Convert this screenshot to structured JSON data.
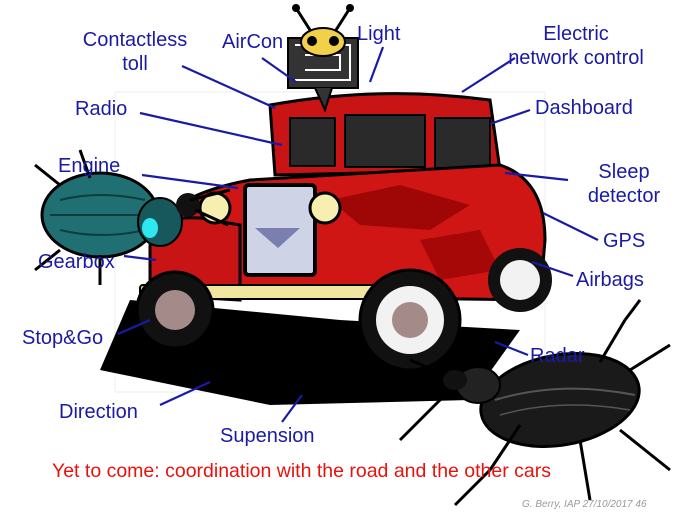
{
  "labels": {
    "contactless_toll": "Contactless\ntoll",
    "aircon": "AirCon",
    "light": "Light",
    "electric_network": "Electric\nnetwork control",
    "radio": "Radio",
    "dashboard": "Dashboard",
    "engine": "Engine",
    "sleep_detector": "Sleep\ndetector",
    "gearbox": "Gearbox",
    "gps": "GPS",
    "airbags": "Airbags",
    "stop_go": "Stop&Go",
    "radar": "Radar",
    "direction": "Direction",
    "supension": "Supension"
  },
  "footer": {
    "text": "Yet to come: coordination with the road and the other cars",
    "credit": "G. Berry, IAP  27/10/2017  46"
  },
  "colors": {
    "label_blue": "#1a1aa6",
    "car_red": "#d01515",
    "footer_red": "#e8120c",
    "beetle_teal": "#1f6f73",
    "beetle_black": "#1a1a1a"
  }
}
